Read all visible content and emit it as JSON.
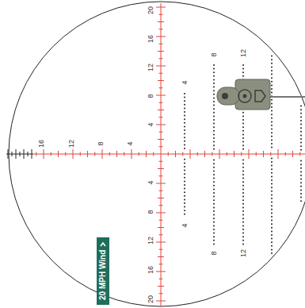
{
  "diagram": {
    "nodes": [
      {
        "text": [
          "20 MPH Wind"
        ]
      }
    ],
    "labels": [
      "20",
      "16",
      "12",
      "8",
      "4",
      "16",
      "12",
      "8",
      "4",
      "4",
      "8",
      "12",
      "4",
      "8",
      "12",
      "16",
      "20",
      "4",
      "8",
      "12"
    ]
  }
}
